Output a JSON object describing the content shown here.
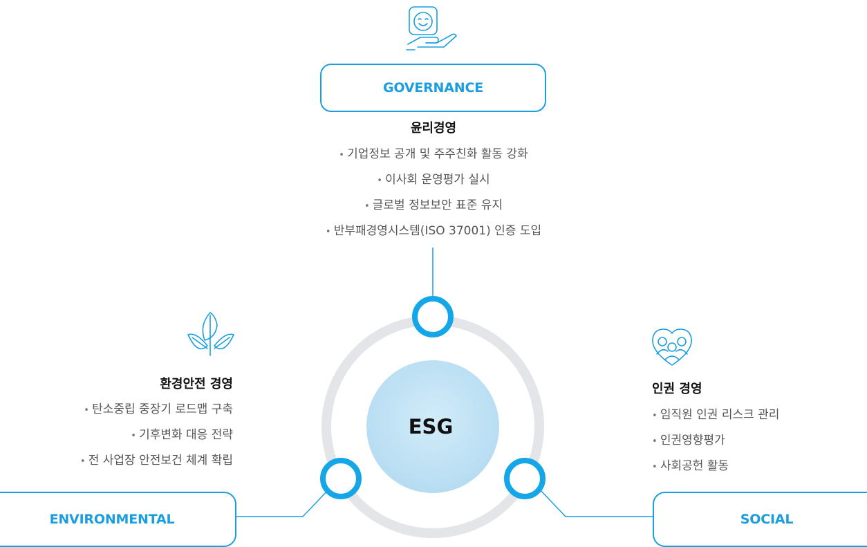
{
  "center": {
    "label": "ESG"
  },
  "governance": {
    "pill_label": "GOVERNANCE",
    "heading": "윤리경영",
    "items": [
      "기업정보 공개 및 주주친화 활동 강화",
      "이사회 운영평가 실시",
      "글로벌 정보보안 표준 유지",
      "반부패경영시스템(ISO 37001) 인증 도입"
    ],
    "icon": "hand-holding-smile-icon"
  },
  "environmental": {
    "pill_label": "ENVIRONMENTAL",
    "heading": "환경안전 경영",
    "items": [
      "탄소중립 중장기 로드맵 구축",
      "기후변화 대응 전략",
      "전 사업장 안전보건 체계 확립"
    ],
    "icon": "leaf-sprout-icon"
  },
  "social": {
    "pill_label": "SOCIAL",
    "heading": "인권 경영",
    "items": [
      "임직원 인권 리스크 관리",
      "인권영향평가",
      "사회공헌 활동"
    ],
    "icon": "heart-people-icon"
  },
  "colors": {
    "accent": "#1a9ee0",
    "ring": "#e3e5e8",
    "center_fill": "#bfe1f4",
    "heading_text": "#111111",
    "body_text": "#555555"
  }
}
